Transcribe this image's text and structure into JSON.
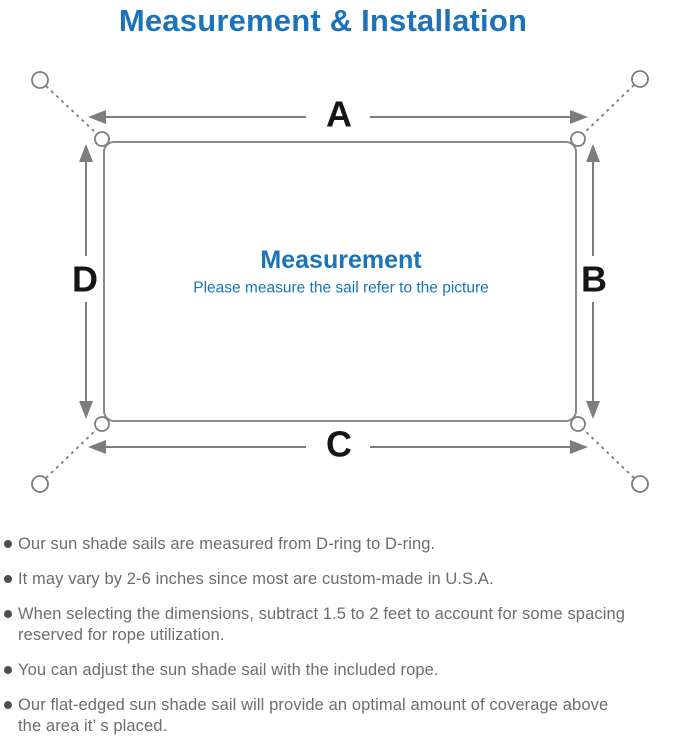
{
  "title": "Measurement & Installation",
  "diagram": {
    "labels": {
      "top": "A",
      "right": "B",
      "bottom": "C",
      "left": "D"
    },
    "center_title": "Measurement",
    "center_subtitle": "Please measure the sail refer to the picture"
  },
  "notes": [
    {
      "text": "Our sun shade sails are measured from D-ring to D-ring."
    },
    {
      "text": "It may vary by 2-6 inches since most are custom-made in U.S.A."
    },
    {
      "text": "When selecting the dimensions, subtract 1.5 to 2 feet to account for some spacing\nreserved for rope utilization."
    },
    {
      "text": "You can adjust the sun shade sail with the included rope."
    },
    {
      "text": "Our flat-edged sun shade sail will provide an optimal amount of coverage above\nthe area it’ s placed."
    }
  ],
  "colors": {
    "accent": "#1b74bb",
    "line": "#7d7d7d",
    "label": "#151515",
    "note-text": "#6d6d6d",
    "note-dot": "#4f4f4f"
  }
}
